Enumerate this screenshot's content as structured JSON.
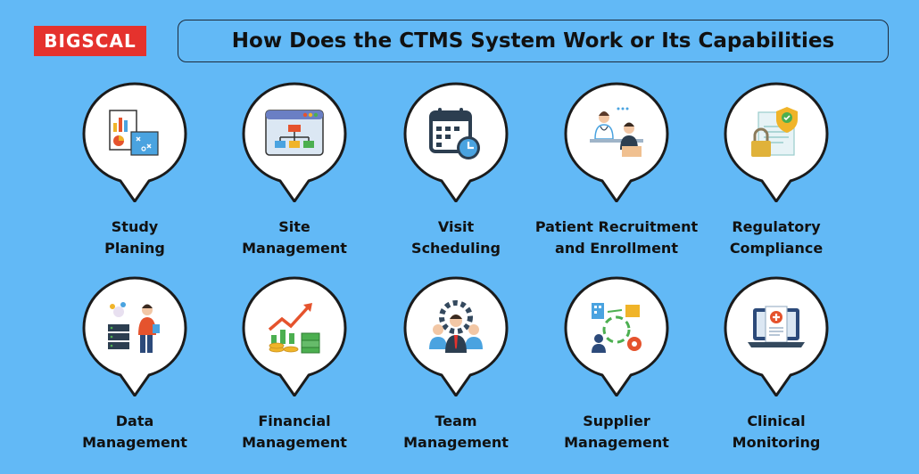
{
  "brand": {
    "logo_text": "BIGSCAL"
  },
  "header": {
    "title": "How Does the CTMS System Work or Its Capabilities"
  },
  "capabilities": [
    {
      "line1": "Study",
      "line2": "Planing",
      "icon": "study-planning-icon"
    },
    {
      "line1": "Site",
      "line2": "Management",
      "icon": "site-management-icon"
    },
    {
      "line1": "Visit",
      "line2": "Scheduling",
      "icon": "calendar-clock-icon"
    },
    {
      "line1": "Patient Recruitment",
      "line2": "and Enrollment",
      "icon": "doctor-patient-icon"
    },
    {
      "line1": "Regulatory",
      "line2": "Compliance",
      "icon": "lock-shield-document-icon"
    },
    {
      "line1": "Data",
      "line2": "Management",
      "icon": "server-person-icon"
    },
    {
      "line1": "Financial",
      "line2": "Management",
      "icon": "growth-chart-coins-icon"
    },
    {
      "line1": "Team",
      "line2": "Management",
      "icon": "team-gear-icon"
    },
    {
      "line1": "Supplier",
      "line2": "Management",
      "icon": "supplier-network-icon"
    },
    {
      "line1": "Clinical",
      "line2": "Monitoring",
      "icon": "medical-laptop-icon"
    }
  ],
  "colors": {
    "background": "#62b9f6",
    "bubble_fill": "#ffffff",
    "bubble_stroke": "#1b1b1b",
    "logo_red": "#e5322d"
  }
}
